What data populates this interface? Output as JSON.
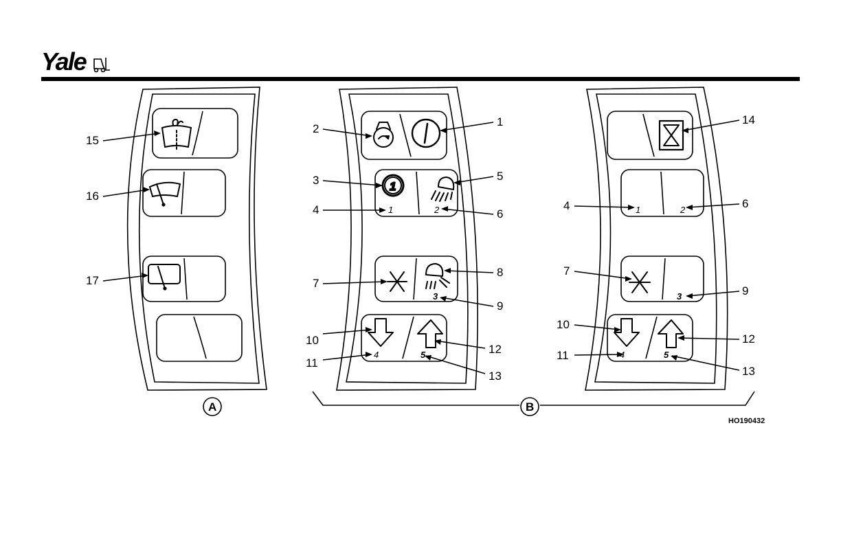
{
  "header": {
    "brand": "Yale"
  },
  "labels": {
    "l1": "1",
    "l2": "2",
    "l3": "3",
    "l4": "4",
    "l5": "5",
    "l6": "6",
    "l7": "7",
    "l8": "8",
    "l9": "9",
    "l10": "10",
    "l11": "11",
    "l12": "12",
    "l13": "13",
    "l14": "14",
    "l15": "15",
    "l16": "16",
    "l17": "17"
  },
  "key_numbers": {
    "k1": "1",
    "k2": "2",
    "k3": "3",
    "k4": "4",
    "k5": "5"
  },
  "callouts": {
    "a": "A",
    "b": "B"
  },
  "reference": "HO190432",
  "icons": {
    "panel_a": [
      "windshield-washer-icon",
      "front-wiper-icon",
      "rear-wiper-icon"
    ],
    "panel_b1": [
      "engine-preheat-icon",
      "power-icon",
      "gear-1-icon",
      "work-light-icon",
      "snowflake-icon",
      "rear-work-light-icon",
      "arrow-down-icon",
      "arrow-up-icon"
    ],
    "panel_b2": [
      "hourglass-icon",
      "snowflake-icon",
      "arrow-down-icon",
      "arrow-up-icon"
    ]
  }
}
